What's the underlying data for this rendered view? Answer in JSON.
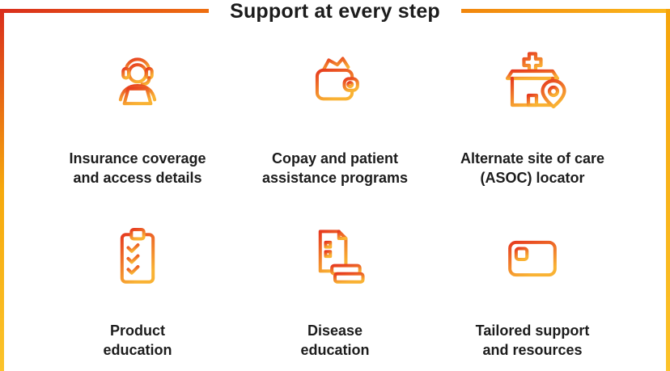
{
  "title": "Support at every step",
  "colors": {
    "frame_red": "#d92d1c",
    "frame_orange": "#f07d12",
    "frame_yellow": "#fbb81c",
    "icon_gradient_start": "#e63a1f",
    "icon_gradient_end": "#f9b233",
    "text": "#1c1c1c"
  },
  "items": [
    {
      "icon": "support-agent-icon",
      "label": "Insurance coverage\nand access details"
    },
    {
      "icon": "wallet-icon",
      "label": "Copay and patient\nassistance programs"
    },
    {
      "icon": "asoc-locator-icon",
      "label": "Alternate site of care\n(ASOC) locator"
    },
    {
      "icon": "product-education-icon",
      "label": "Product\neducation"
    },
    {
      "icon": "disease-education-icon",
      "label": "Disease\neducation"
    },
    {
      "icon": "tailored-support-icon",
      "label": "Tailored support\nand resources"
    }
  ]
}
